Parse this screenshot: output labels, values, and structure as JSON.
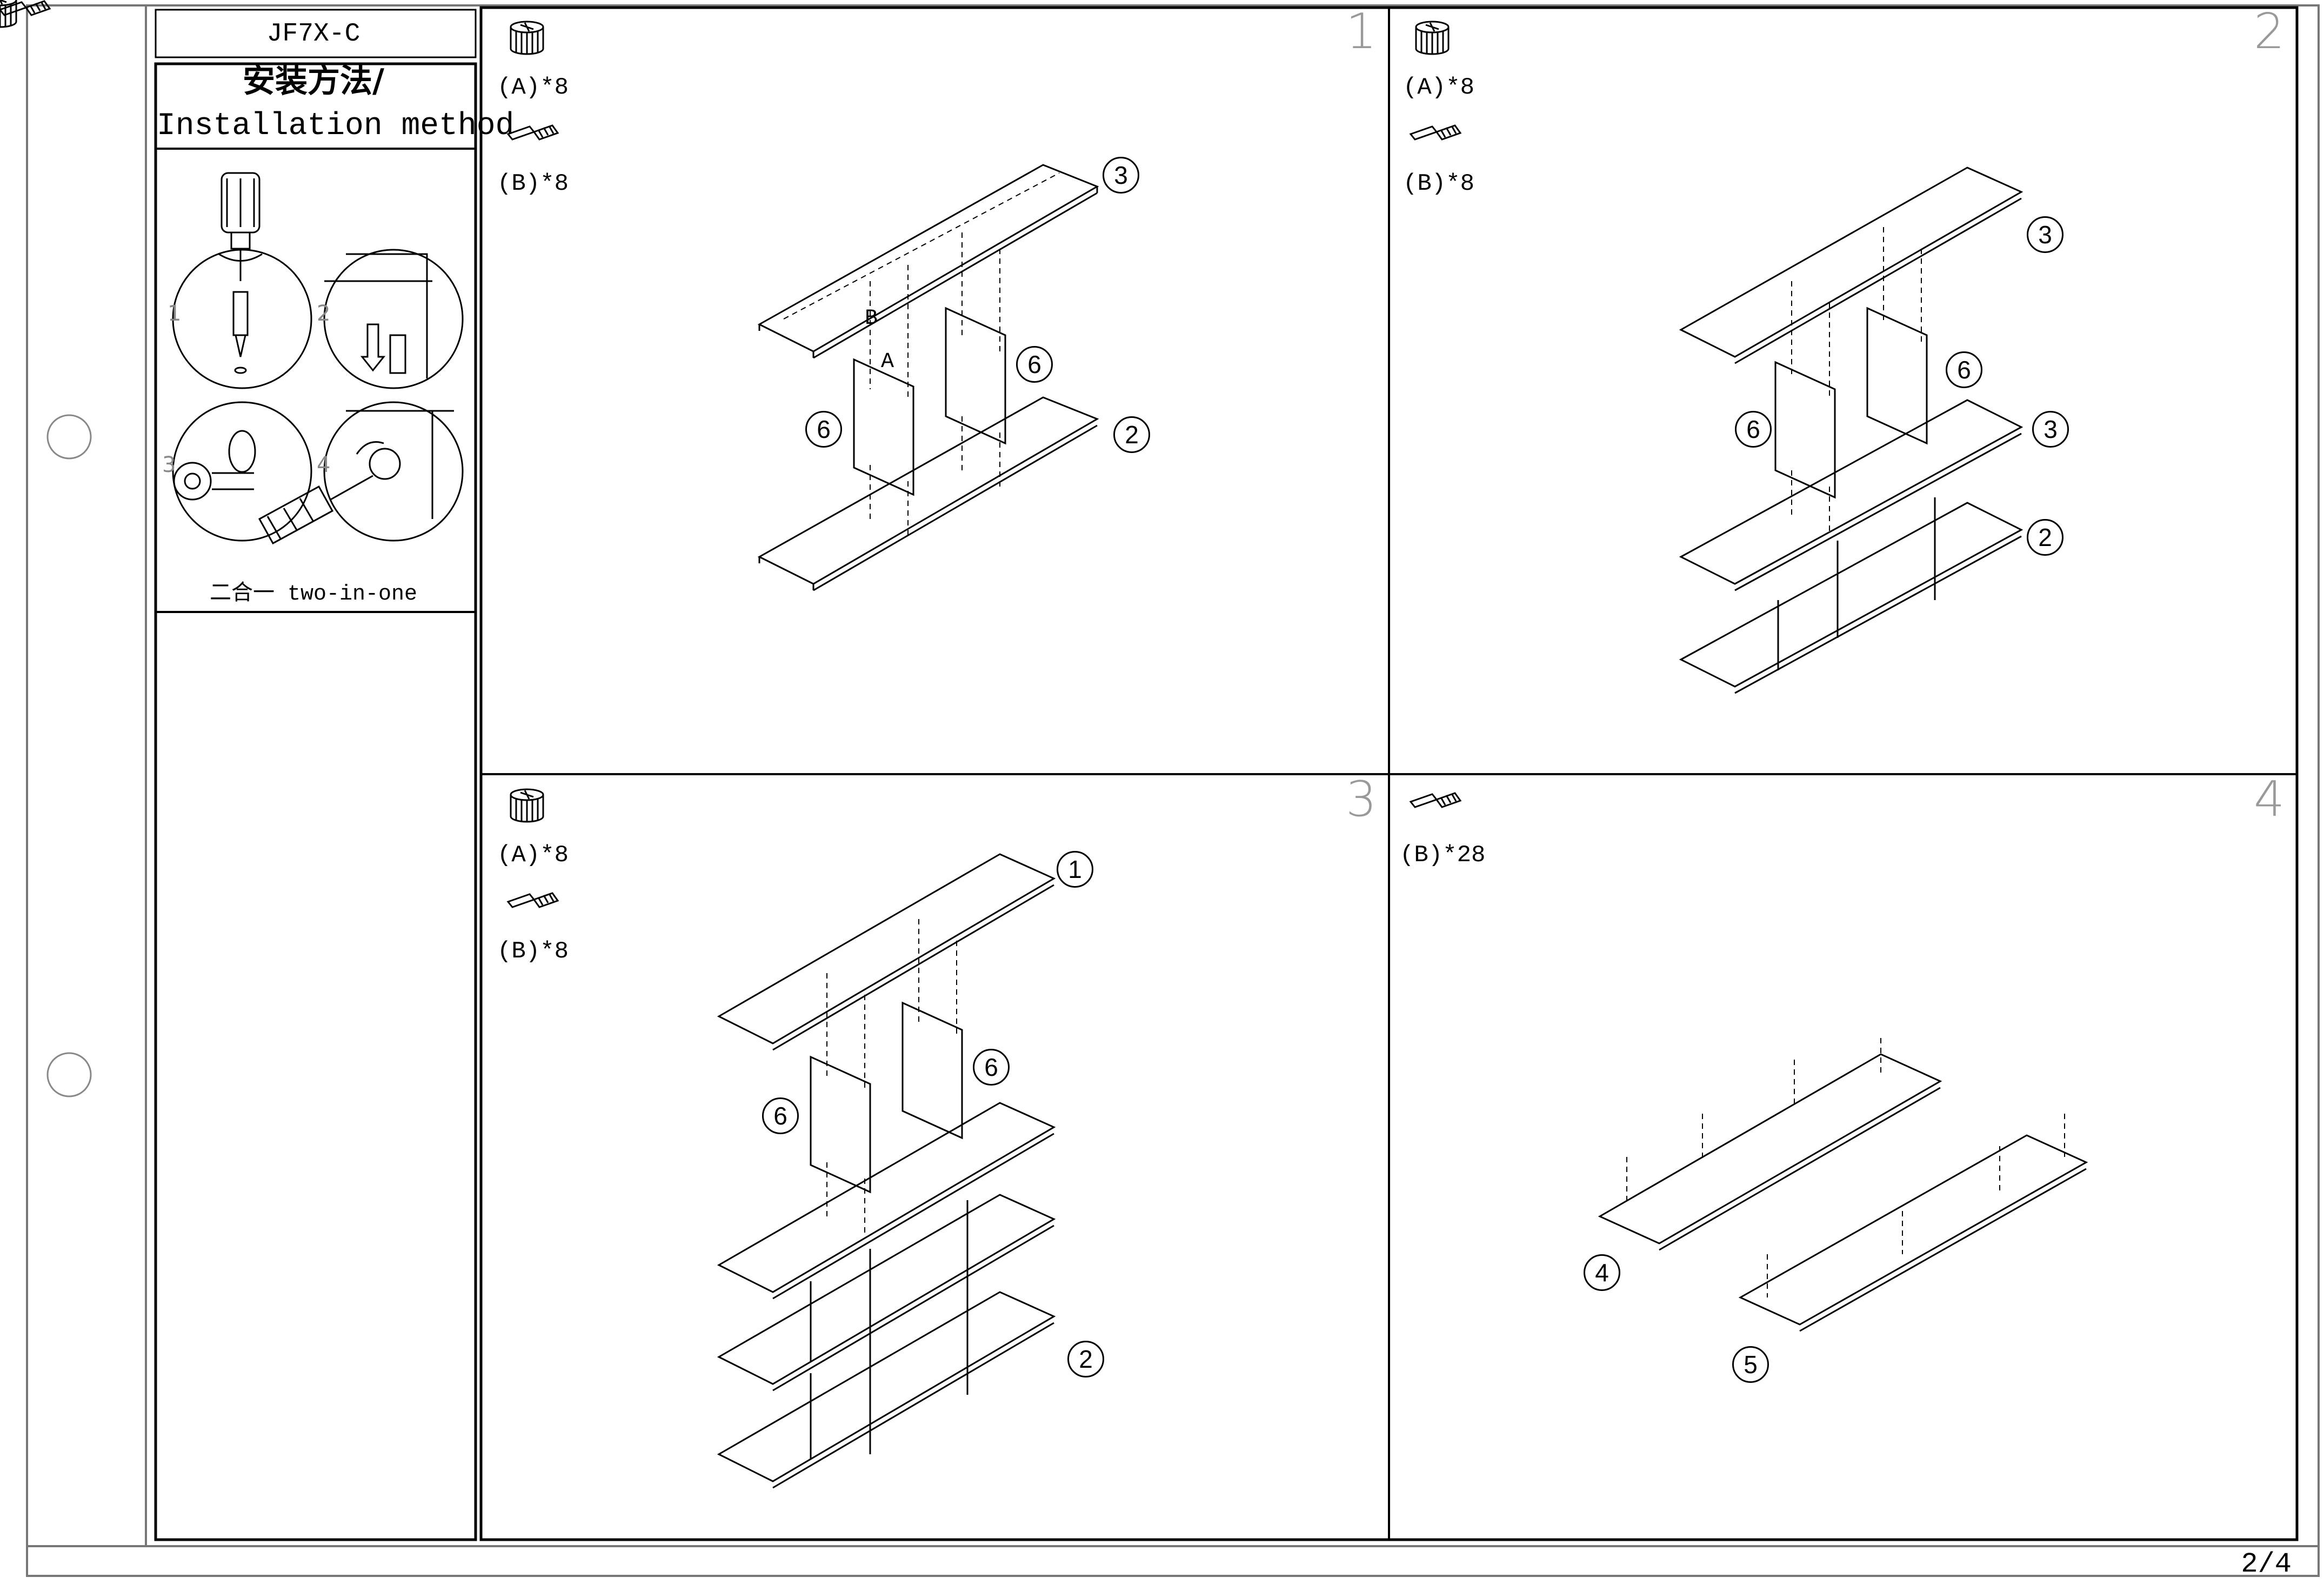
{
  "model": "JF7X-C",
  "sidebar": {
    "title_cn": "安装方法/",
    "title_en": "Installation method",
    "two_in_one": "二合一 two-in-one",
    "sub_steps": [
      "1",
      "2",
      "3",
      "4"
    ]
  },
  "steps": [
    {
      "number": "1",
      "hardware": [
        "(A)*8",
        "(B)*8"
      ],
      "parts": [
        "3",
        "6",
        "6",
        "2"
      ]
    },
    {
      "number": "2",
      "hardware": [
        "(A)*8",
        "(B)*8"
      ],
      "parts": [
        "3",
        "6",
        "6",
        "3",
        "2"
      ]
    },
    {
      "number": "3",
      "hardware": [
        "(A)*8",
        "(B)*8"
      ],
      "parts": [
        "1",
        "6",
        "6",
        "2"
      ]
    },
    {
      "number": "4",
      "hardware": [
        "(B)*28"
      ],
      "parts": [
        "4",
        "5"
      ]
    }
  ],
  "labels": {
    "a": "A",
    "b": "B"
  },
  "page": "2/4"
}
